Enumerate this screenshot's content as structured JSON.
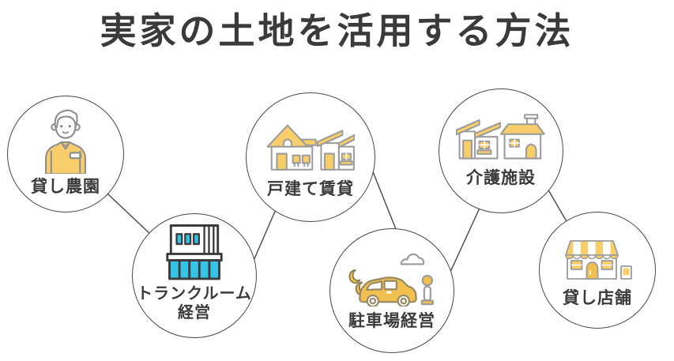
{
  "title": "実家の土地を活用する方法",
  "colors": {
    "background": "#FFFFFF",
    "accent_yellow": "#F8CE6B",
    "deep_yellow": "#F2C04E",
    "cyan": "#35C3E6",
    "ink_text": "#3B3B3B",
    "illustration_gray": "#9B9B9B",
    "connector_gray": "#474747"
  },
  "diagram": {
    "nodes": [
      {
        "id": "kashi-nouen",
        "label": "貸し農園",
        "icon": "farmer-icon"
      },
      {
        "id": "trunk-room",
        "label": "トランクルーム経営",
        "icon": "storage-container-icon"
      },
      {
        "id": "kodate-chintai",
        "label": "戸建て賃貸",
        "icon": "rental-houses-icon"
      },
      {
        "id": "chushajo",
        "label": "駐車場経営",
        "icon": "parking-lot-icon"
      },
      {
        "id": "kaigo-shisetsu",
        "label": "介護施設",
        "icon": "care-facility-icon"
      },
      {
        "id": "kashi-tenpo",
        "label": "貸し店舗",
        "icon": "shop-icon"
      }
    ],
    "connections": [
      {
        "from": "kashi-nouen",
        "to": "trunk-room"
      },
      {
        "from": "trunk-room",
        "to": "kodate-chintai"
      },
      {
        "from": "kodate-chintai",
        "to": "chushajo"
      },
      {
        "from": "chushajo",
        "to": "kaigo-shisetsu"
      },
      {
        "from": "kaigo-shisetsu",
        "to": "kashi-tenpo"
      }
    ]
  }
}
